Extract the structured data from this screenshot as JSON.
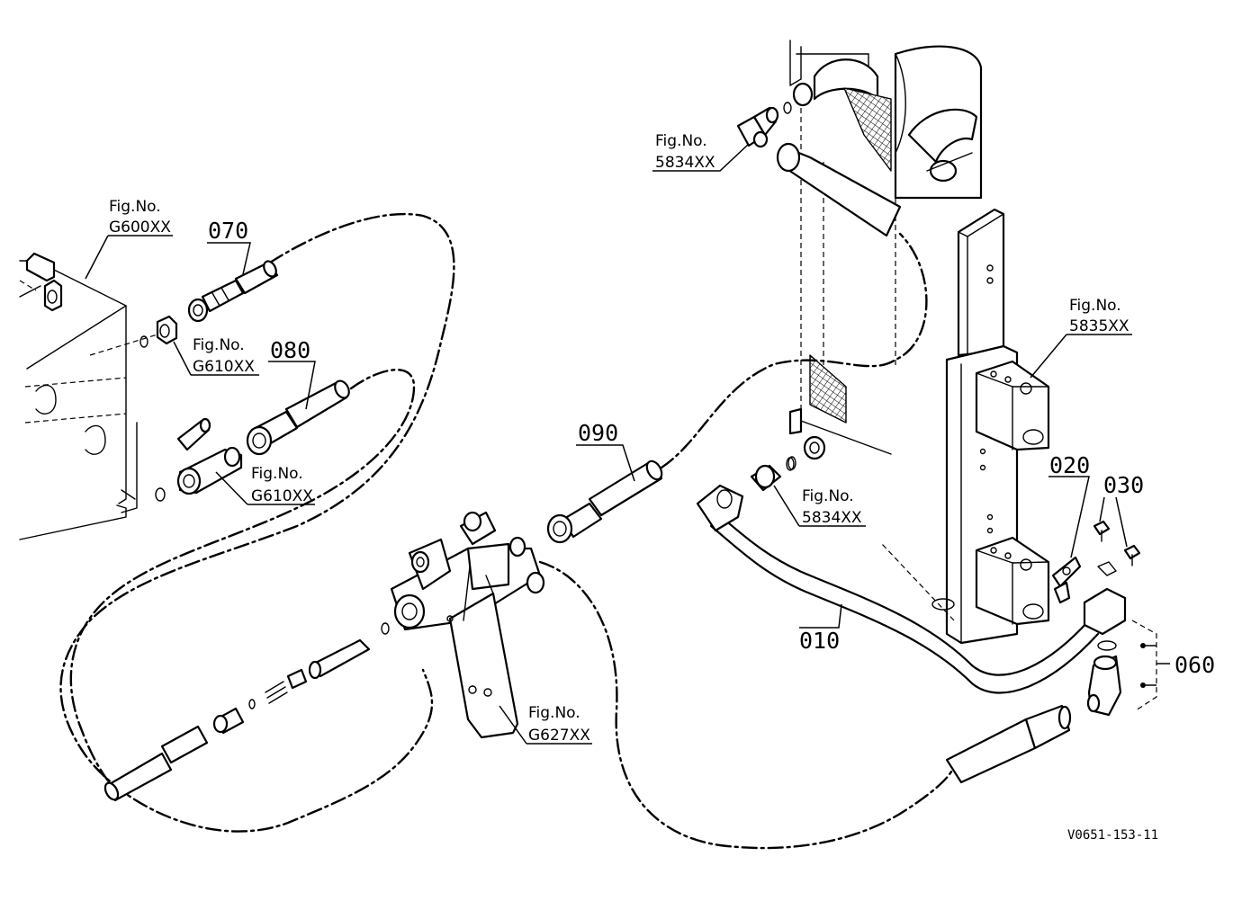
{
  "parts": {
    "p010": "010",
    "p020": "020",
    "p030": "030",
    "p060": "060",
    "p070": "070",
    "p080": "080",
    "p090": "090"
  },
  "fig_refs": {
    "heading": "Fig.No.",
    "g600": "G600XX",
    "g610_a": "G610XX",
    "g610_b": "G610XX",
    "g627": "G627XX",
    "r5834_top": "5834XX",
    "r5834_mid": "5834XX",
    "r5835": "5835XX"
  },
  "drawing_code": "V0651-153-11"
}
